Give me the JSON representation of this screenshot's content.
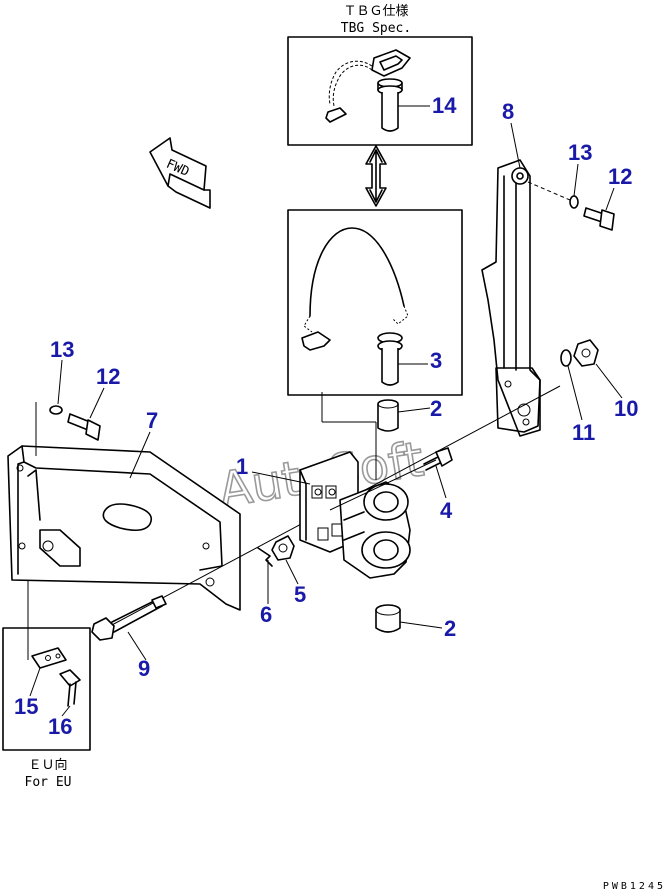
{
  "header": {
    "tbg_spec_jp": "ＴＢＧ仕様",
    "tbg_spec_en": "TBG Spec."
  },
  "eu_box": {
    "label_jp": "ＥＵ向",
    "label_en": "For EU"
  },
  "fwd_label": "FWD",
  "watermark": "AutoSoft",
  "drawing_code": "PWB1245",
  "callouts": {
    "c1": "1",
    "c2a": "2",
    "c2b": "2",
    "c3": "3",
    "c4": "4",
    "c5": "5",
    "c6": "6",
    "c7": "7",
    "c8": "8",
    "c9": "9",
    "c10": "10",
    "c11": "11",
    "c12a": "12",
    "c12b": "12",
    "c13a": "13",
    "c13b": "13",
    "c14": "14",
    "c15": "15",
    "c16": "16"
  },
  "colors": {
    "callout": "#1a1aa8",
    "line": "#000000",
    "watermark": "#9a9a9a"
  }
}
